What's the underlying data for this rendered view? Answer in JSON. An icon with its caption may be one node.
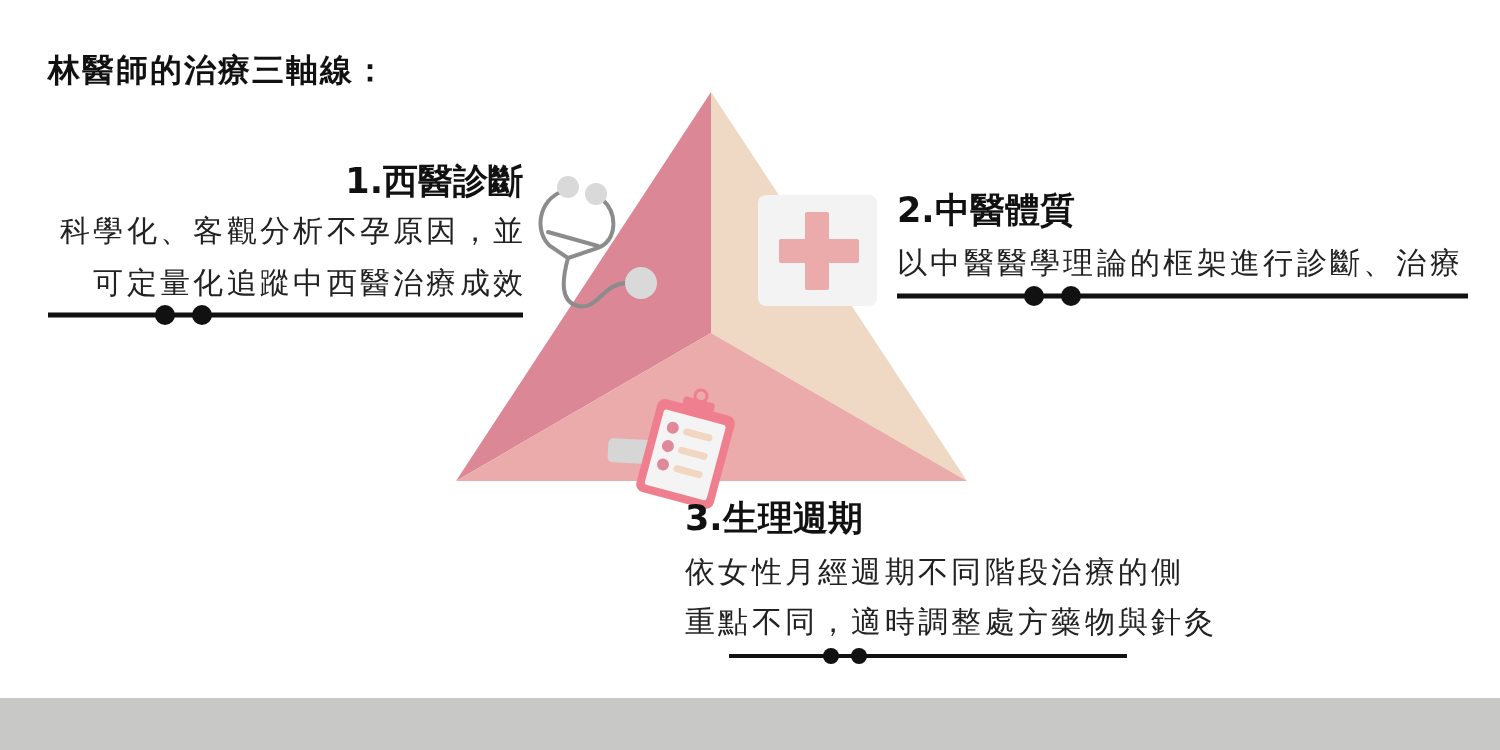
{
  "diagram": {
    "title": "林醫師的治療三軸線：",
    "labels": [
      "1.西醫診斷",
      "科學化、客觀分析不孕原因，並可定量化追蹤中西醫治療成效",
      "2.中醫體質",
      "以中醫醫學理論的框架進行診斷、治療",
      "3.生理週期",
      "依女性月經週期不同階段治療的側重點不同，適時調整處方藥物與針灸"
    ]
  }
}
